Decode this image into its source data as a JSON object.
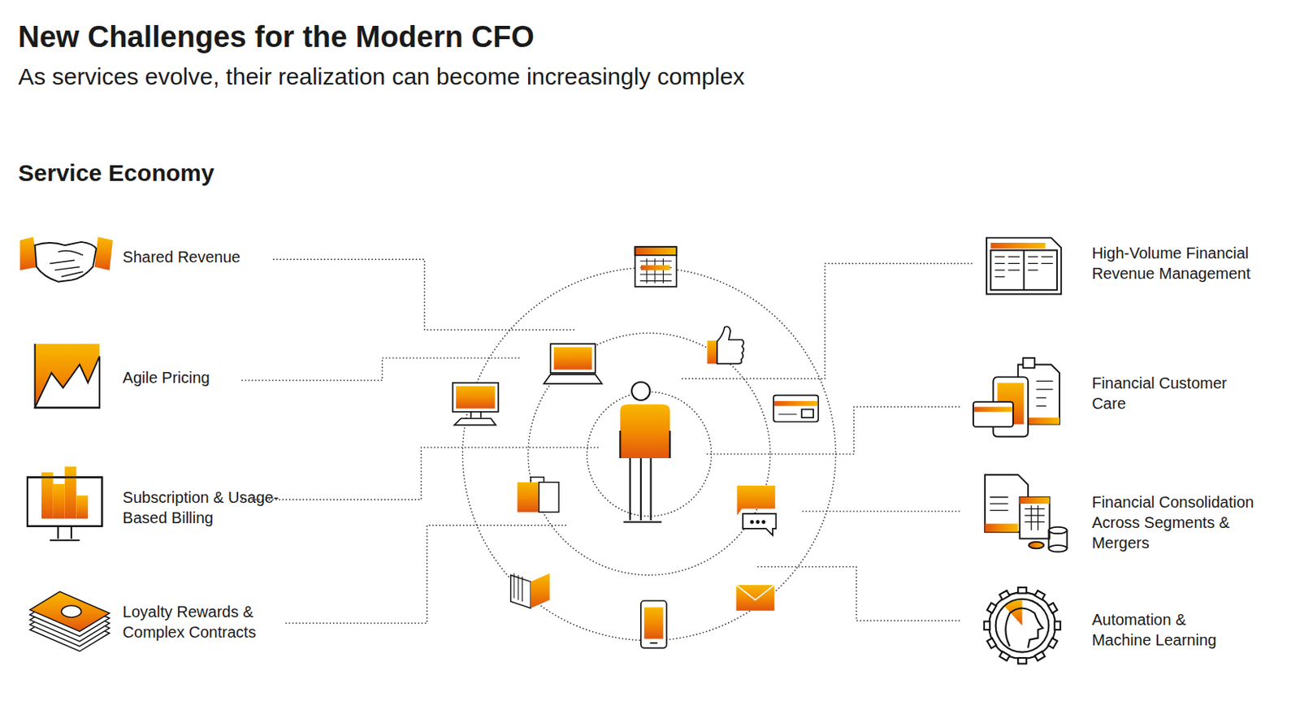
{
  "diagram": {
    "title": "New Challenges for the Modern CFO",
    "labels": [
      "As services evolve, their realization can become increasingly complex",
      "Service Economy",
      "Shared Revenue",
      "Agile Pricing",
      "Subscription & Usage-Based Billing",
      "Loyalty Rewards & Complex Contracts",
      "High-Volume Financial Revenue Management",
      "Financial Customer Care",
      "Financial Consolidation Across Segments & Mergers",
      "Automation & Machine Learning"
    ]
  }
}
